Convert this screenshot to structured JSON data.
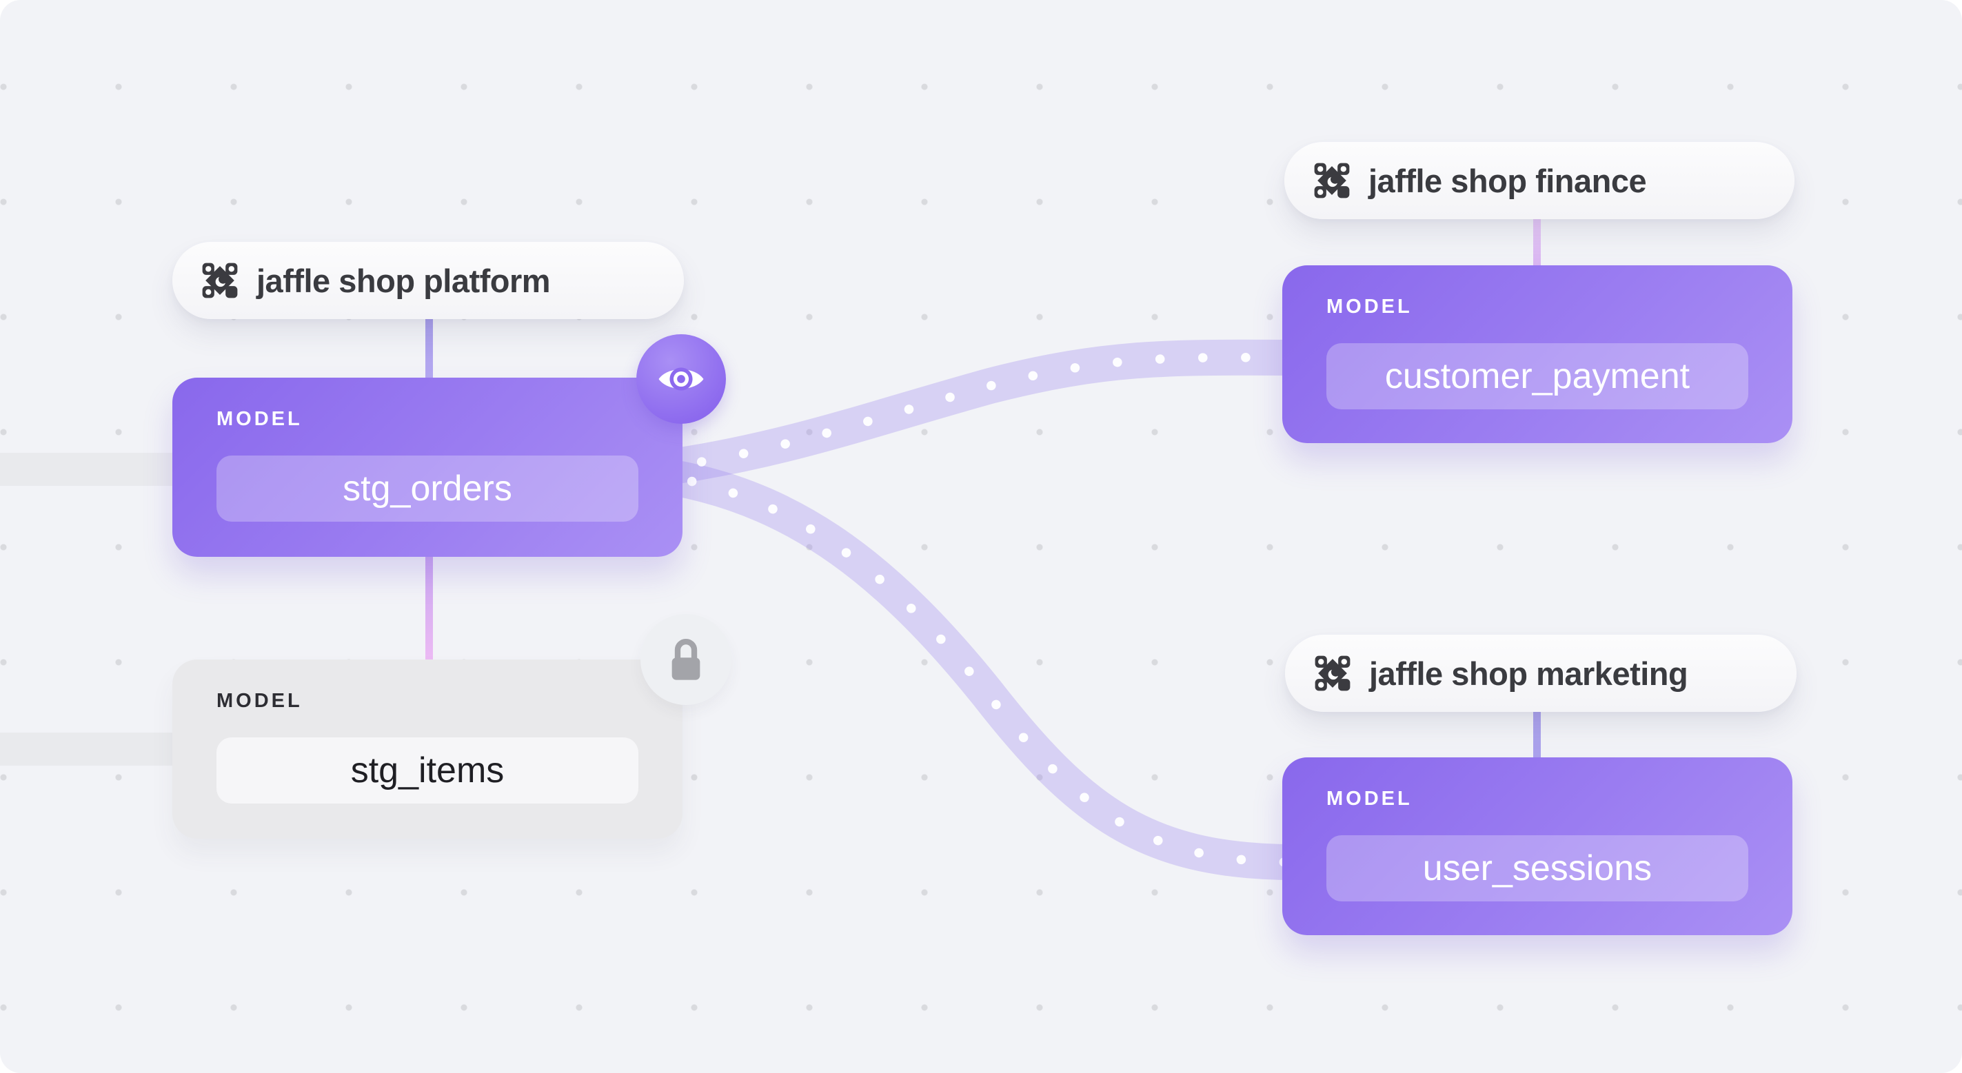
{
  "canvas": {
    "background": "#f2f3f7",
    "grid_dot_color": "#d9dade",
    "accent_purple": "#9a7cf1",
    "ribbon_color": "#b9a5f1",
    "gray_edge_color": "#e9eaed"
  },
  "groups": [
    {
      "id": "platform",
      "label": "jaffle shop platform",
      "icon": "dbt-logo-icon"
    },
    {
      "id": "finance",
      "label": "jaffle shop finance",
      "icon": "dbt-logo-icon"
    },
    {
      "id": "marketing",
      "label": "jaffle shop marketing",
      "icon": "dbt-logo-icon"
    }
  ],
  "nodes": [
    {
      "id": "stg_orders",
      "type_label": "MODEL",
      "name": "stg_orders",
      "variant": "purple",
      "badge": "eye-visible"
    },
    {
      "id": "stg_items",
      "type_label": "MODEL",
      "name": "stg_items",
      "variant": "gray",
      "badge": "locked"
    },
    {
      "id": "customer_payment",
      "type_label": "MODEL",
      "name": "customer_payment",
      "variant": "purple",
      "badge": null
    },
    {
      "id": "user_sessions",
      "type_label": "MODEL",
      "name": "user_sessions",
      "variant": "purple",
      "badge": null
    }
  ],
  "edges": [
    {
      "from": "stg_orders",
      "to": "customer_payment",
      "style": "dotted-ribbon"
    },
    {
      "from": "stg_orders",
      "to": "user_sessions",
      "style": "dotted-ribbon"
    },
    {
      "from": "offscreen-upstream",
      "to": "stg_orders",
      "style": "gray-bar"
    },
    {
      "from": "offscreen-upstream",
      "to": "stg_items",
      "style": "gray-bar"
    },
    {
      "from": "jaffle shop platform",
      "to": "stg_orders",
      "style": "group-line-purple"
    },
    {
      "from": "jaffle shop finance",
      "to": "customer_payment",
      "style": "group-line-pink"
    },
    {
      "from": "jaffle shop marketing",
      "to": "user_sessions",
      "style": "group-line-purple"
    },
    {
      "from": "stg_orders",
      "to": "stg_items",
      "style": "group-line-pink"
    }
  ]
}
